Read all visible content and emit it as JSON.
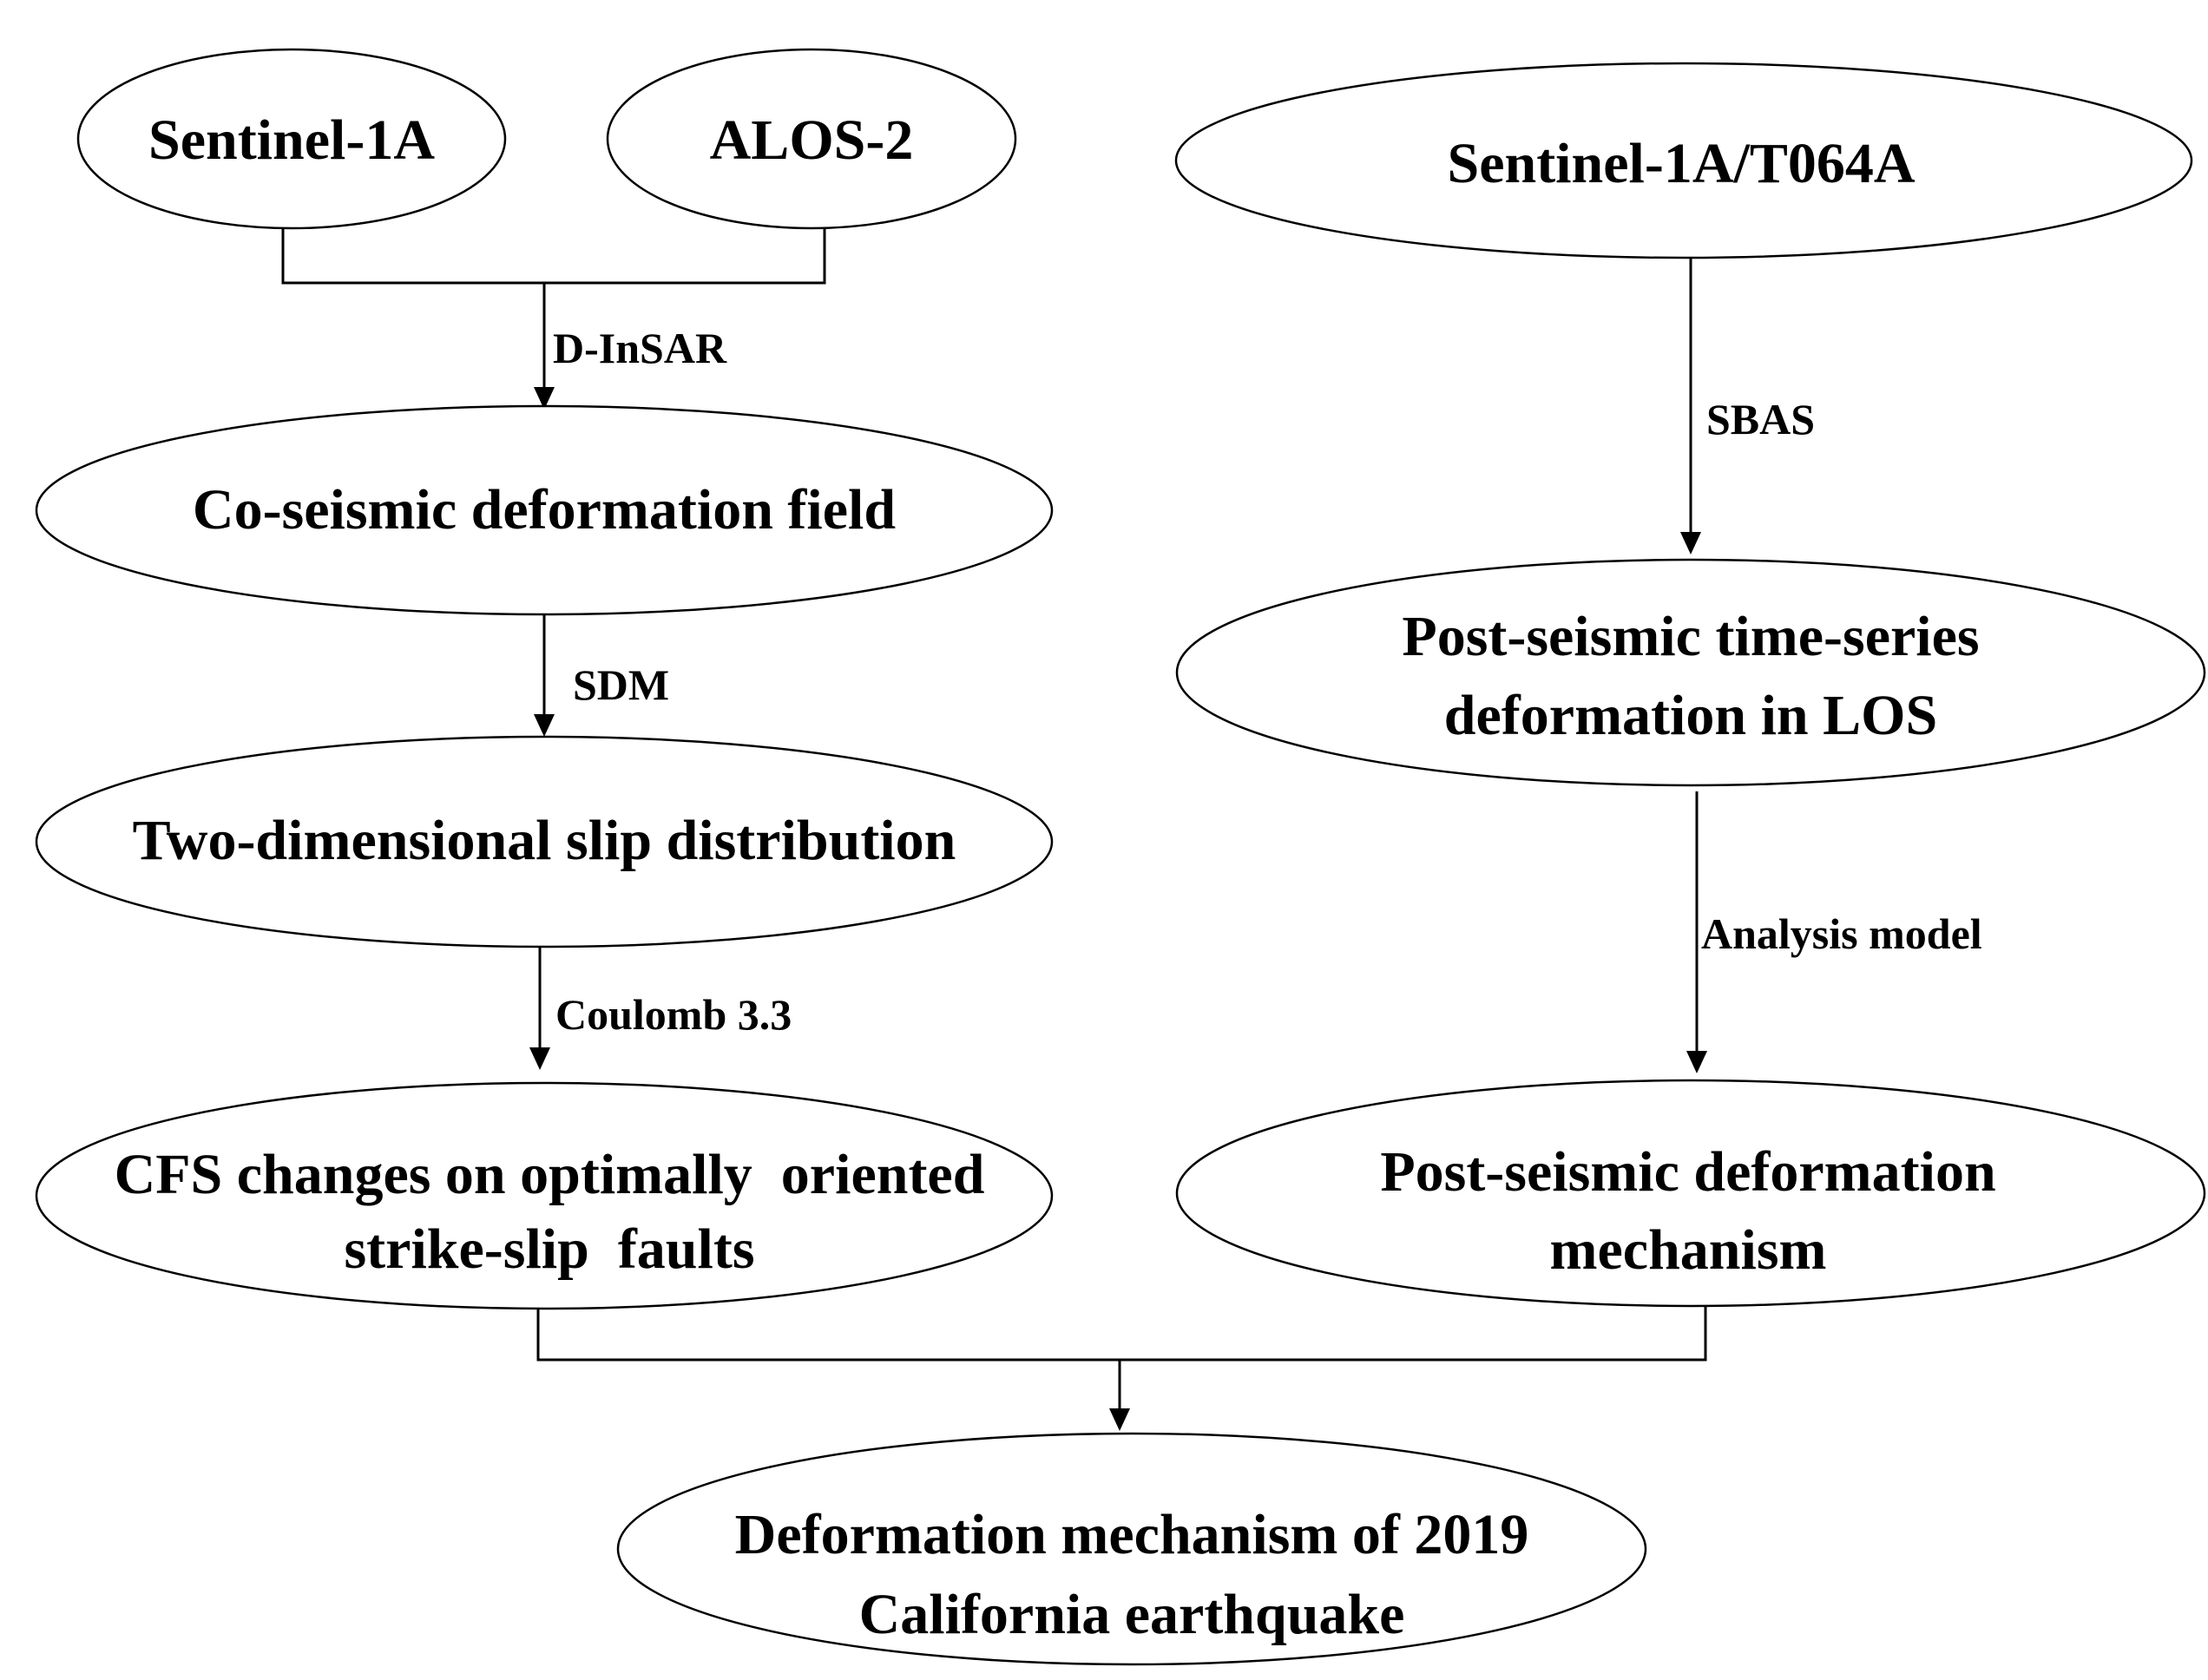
{
  "nodes": {
    "sentinel1a": [
      "Sentinel-1A"
    ],
    "alos2": [
      "ALOS-2"
    ],
    "sentinel_t064a": [
      "Sentinel-1A/T064A"
    ],
    "coseismic": [
      "Co-seismic deformation field"
    ],
    "postseismic_ts": [
      "Post-seismic time-series",
      "deformation in LOS"
    ],
    "slip": [
      "Two-dimensional slip distribution"
    ],
    "cfs": [
      "CFS changes on optimally  oriented",
      "strike-slip  faults"
    ],
    "postseismic_mech": [
      "Post-seismic deformation",
      "mechanism"
    ],
    "final": [
      "Deformation mechanism of 2019",
      "California earthquake"
    ]
  },
  "edges": {
    "dinsar": "D-InSAR",
    "sbas": "SBAS",
    "sdm": "SDM",
    "analysis": "Analysis model",
    "coulomb": "Coulomb 3.3"
  }
}
